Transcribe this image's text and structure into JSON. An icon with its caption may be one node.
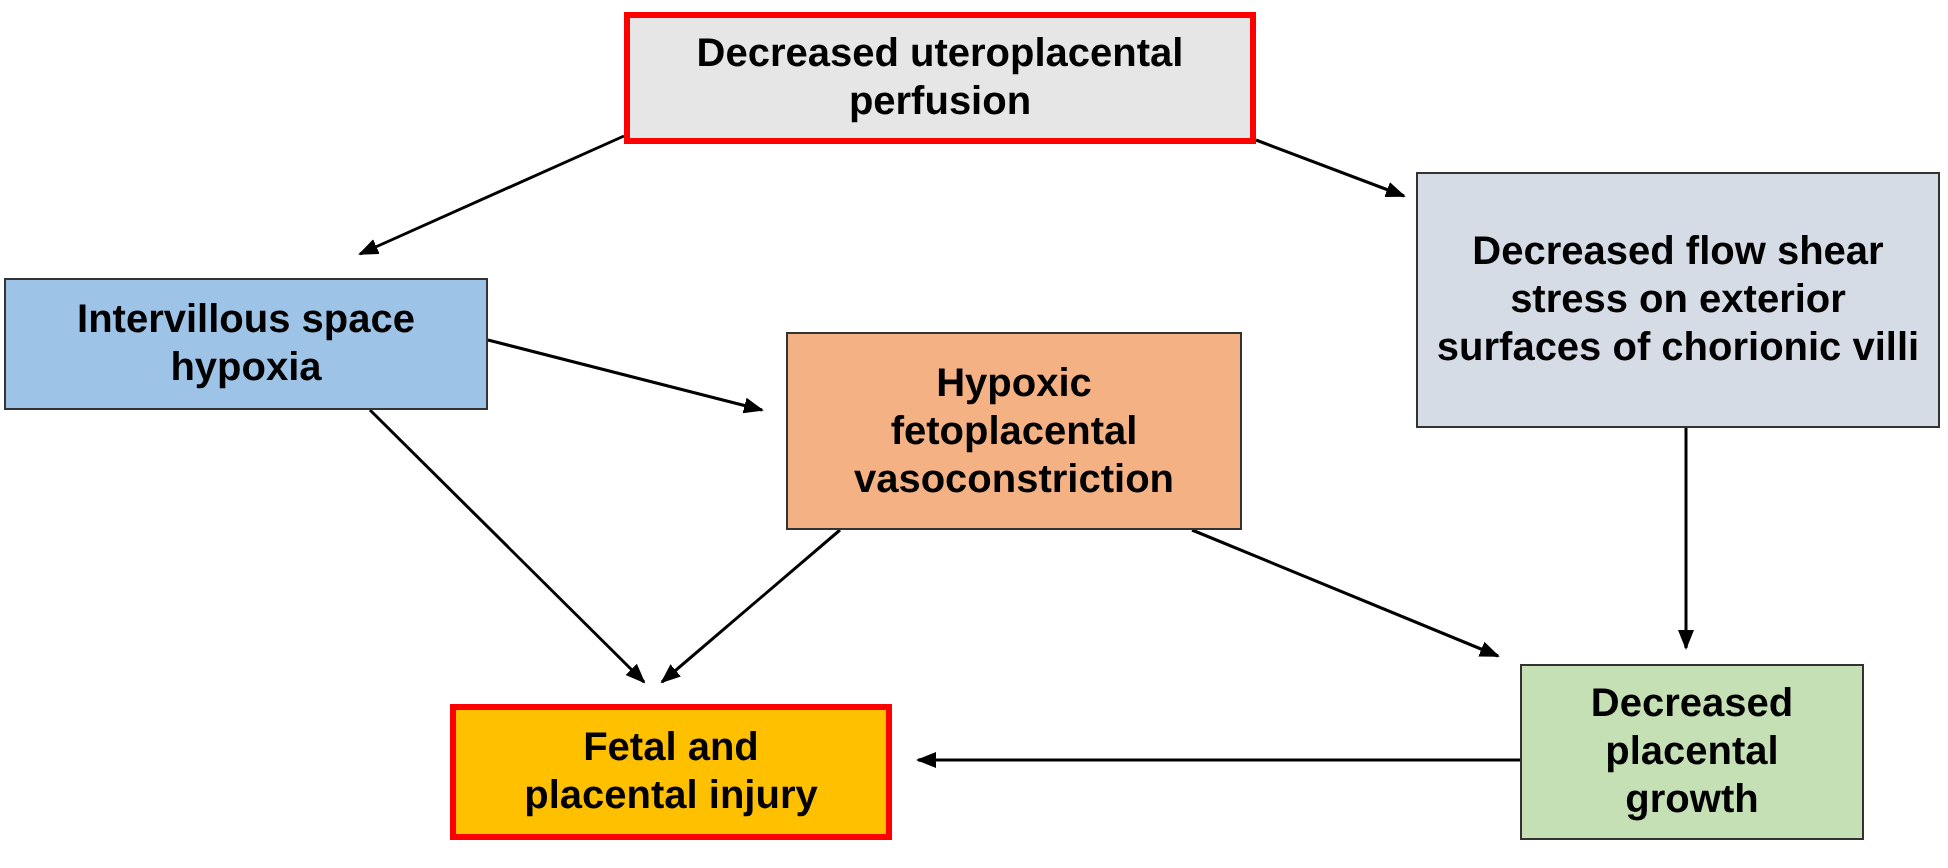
{
  "diagram": {
    "nodes": [
      {
        "text": [
          "Decreased uteroplacental perfusion"
        ]
      },
      {
        "text": [
          "Intervillous space hypoxia"
        ]
      },
      {
        "text": [
          "Hypoxic fetoplacental vasoconstriction"
        ]
      },
      {
        "text": [
          "Decreased flow shear stress on exterior surfaces of chorionic villi"
        ]
      },
      {
        "text": [
          "Fetal and placental injury"
        ]
      },
      {
        "text": [
          "Decreased placental growth"
        ]
      }
    ],
    "edges": [
      {
        "from": 0,
        "to": 1,
        "arrow": "to"
      },
      {
        "from": 0,
        "to": 3,
        "arrow": "to"
      },
      {
        "from": 1,
        "to": 2,
        "arrow": "to"
      },
      {
        "from": 1,
        "to": 4,
        "arrow": "to"
      },
      {
        "from": 2,
        "to": 4,
        "arrow": "to"
      },
      {
        "from": 2,
        "to": 5,
        "arrow": "to"
      },
      {
        "from": 3,
        "to": 5,
        "arrow": "to"
      },
      {
        "from": 5,
        "to": 4,
        "arrow": "to"
      }
    ]
  }
}
